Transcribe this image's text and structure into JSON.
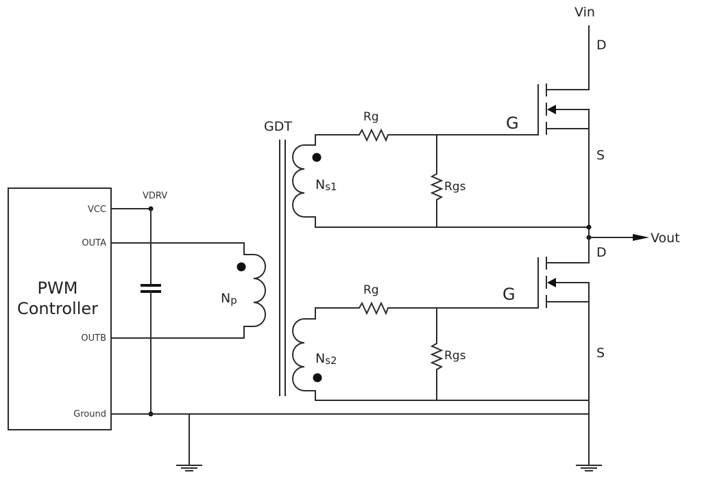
{
  "diagram": {
    "title": "Gate Drive Transformer Half-Bridge Circuit",
    "controller": {
      "label_line1": "PWM",
      "label_line2": "Controller",
      "pins": {
        "vcc": "VCC",
        "outa": "OUTA",
        "outb": "OUTB",
        "ground": "Ground"
      }
    },
    "supply_label": "VDRV",
    "transformer": {
      "label": "GDT",
      "primary": {
        "main": "N",
        "sub": "p"
      },
      "secondary1": {
        "main": "N",
        "sub": "s1"
      },
      "secondary2": {
        "main": "N",
        "sub": "s2"
      }
    },
    "resistors": {
      "gate1": "Rg",
      "gs1": "Rgs",
      "gate2": "Rg",
      "gs2": "Rgs"
    },
    "mosfet_high": {
      "drain": "D",
      "gate": "G",
      "source": "S"
    },
    "mosfet_low": {
      "drain": "D",
      "gate": "G",
      "source": "S"
    },
    "input_label": "Vin",
    "output_label": "Vout"
  }
}
